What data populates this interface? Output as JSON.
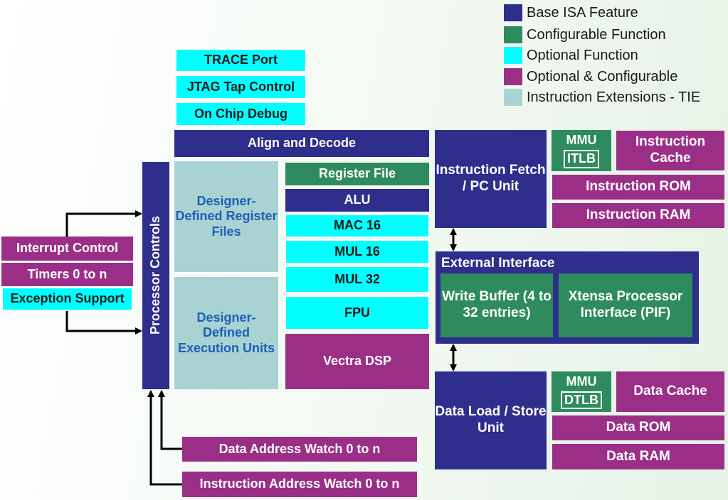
{
  "legend": {
    "base": "Base ISA Feature",
    "configurable": "Configurable Function",
    "optional": "Optional Function",
    "optional_configurable": "Optional & Configurable",
    "tie": "Instruction Extensions - TIE"
  },
  "colors": {
    "base": "#2e2e8c",
    "configurable": "#2e8b5e",
    "optional": "#00ffff",
    "optional_configurable": "#9b2f88",
    "tie": "#a9d3d3"
  },
  "debug": {
    "trace_port": "TRACE Port",
    "jtag": "JTAG Tap Control",
    "on_chip_debug": "On Chip Debug"
  },
  "align_decode": "Align and Decode",
  "processor_controls": "Processor Controls",
  "interrupt_control": "Interrupt Control",
  "timers": "Timers 0 to n",
  "exception_support": "Exception Support",
  "designer_register_files": "Designer-Defined Register Files",
  "designer_execution_units": "Designer-Defined Execution Units",
  "execution": {
    "register_file": "Register File",
    "alu": "ALU",
    "mac16": "MAC 16",
    "mul16": "MUL 16",
    "mul32": "MUL 32",
    "fpu": "FPU",
    "vectra": "Vectra DSP"
  },
  "instruction_fetch": "Instruction Fetch / PC Unit",
  "mmu_i": {
    "label": "MMU",
    "tlb": "ITLB"
  },
  "instruction_cache": "Instruction Cache",
  "instruction_rom": "Instruction ROM",
  "instruction_ram": "Instruction RAM",
  "external_interface": {
    "title": "External Interface",
    "write_buffer": "Write Buffer (4 to 32 entries)",
    "pif": "Xtensa Processor Interface (PIF)"
  },
  "data_unit": "Data Load / Store Unit",
  "mmu_d": {
    "label": "MMU",
    "tlb": "DTLB"
  },
  "data_cache": "Data Cache",
  "data_rom": "Data ROM",
  "data_ram": "Data RAM",
  "data_address_watch": "Data Address Watch 0 to n",
  "instruction_address_watch": "Instruction Address Watch 0 to n"
}
